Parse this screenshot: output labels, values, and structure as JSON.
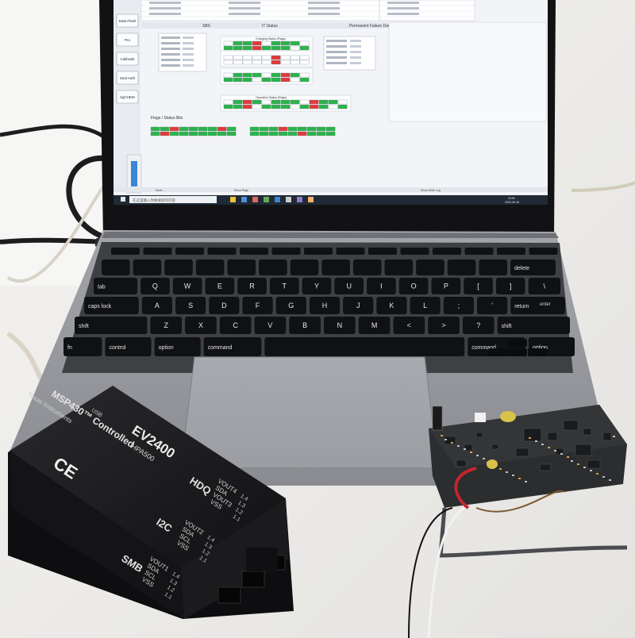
{
  "photo": {
    "subject": ""
  },
  "screen": {
    "sidebar_buttons": [
      "Data Flash",
      "Pro",
      "Calibrate",
      "Seal Auth",
      "bqCHEM"
    ],
    "fuel_gauge_label": "Fuel Gauge",
    "tab_labels": [
      "SBS",
      "IT Status",
      "Permanent Failure Data"
    ],
    "group_labels": [
      "Charging Status (Flags)",
      "Operation Status (Flags)"
    ],
    "flags_title": "Flags / Status Bits",
    "status_left": "Done ...",
    "status_mid": "Show Page",
    "status_right": "Show Write Log",
    "taskbar_search": "在这里输入你要搜索的内容",
    "clock_time": "23:53",
    "clock_date": "2020-09-18"
  },
  "keyboard": {
    "row1": [
      "tab",
      "Q",
      "W",
      "E",
      "R",
      "T",
      "Y",
      "U",
      "I",
      "O",
      "P",
      "[",
      "]",
      "\\"
    ],
    "row2": [
      "caps lock",
      "A",
      "S",
      "D",
      "F",
      "G",
      "H",
      "J",
      "K",
      "L",
      ";",
      "'",
      "return"
    ],
    "row3": [
      "shift",
      "Z",
      "X",
      "C",
      "V",
      "B",
      "N",
      "M",
      "<",
      ">",
      "?",
      "shift"
    ],
    "row4": [
      "fn",
      "control",
      "option",
      "command",
      "",
      "command",
      "option"
    ],
    "enter_label": "enter",
    "delete_label": "delete"
  },
  "device": {
    "model": "EV2400",
    "sub_model": "HPA500",
    "controller": "MSP430™ Controlled",
    "maker": "Texas Instruments",
    "ce_mark": "CE",
    "usb_label": "USB",
    "hdq_label": "HDQ",
    "i2c_label": "I2C",
    "smb_label": "SMB",
    "hdq_pins": [
      "VOUT4",
      "SDA",
      "VOUT3",
      "VSS"
    ],
    "i2c_pins": [
      "VOUT2",
      "SDA",
      "SCL",
      "VSS"
    ],
    "smb_pins": [
      "VOUT1",
      "SDA",
      "SCL",
      "VSS"
    ],
    "pin_numbers": [
      "1.4",
      "1.3",
      "1.2",
      "1.1"
    ]
  },
  "colors": {
    "laptop_body": "#8e9096",
    "keyboard_deck": "#3e4044",
    "key": "#101113",
    "device_body": "#1c1c1e",
    "pcb": "#2b2d2e",
    "flag_green": "#2bb34a",
    "flag_red": "#e03b3b"
  }
}
